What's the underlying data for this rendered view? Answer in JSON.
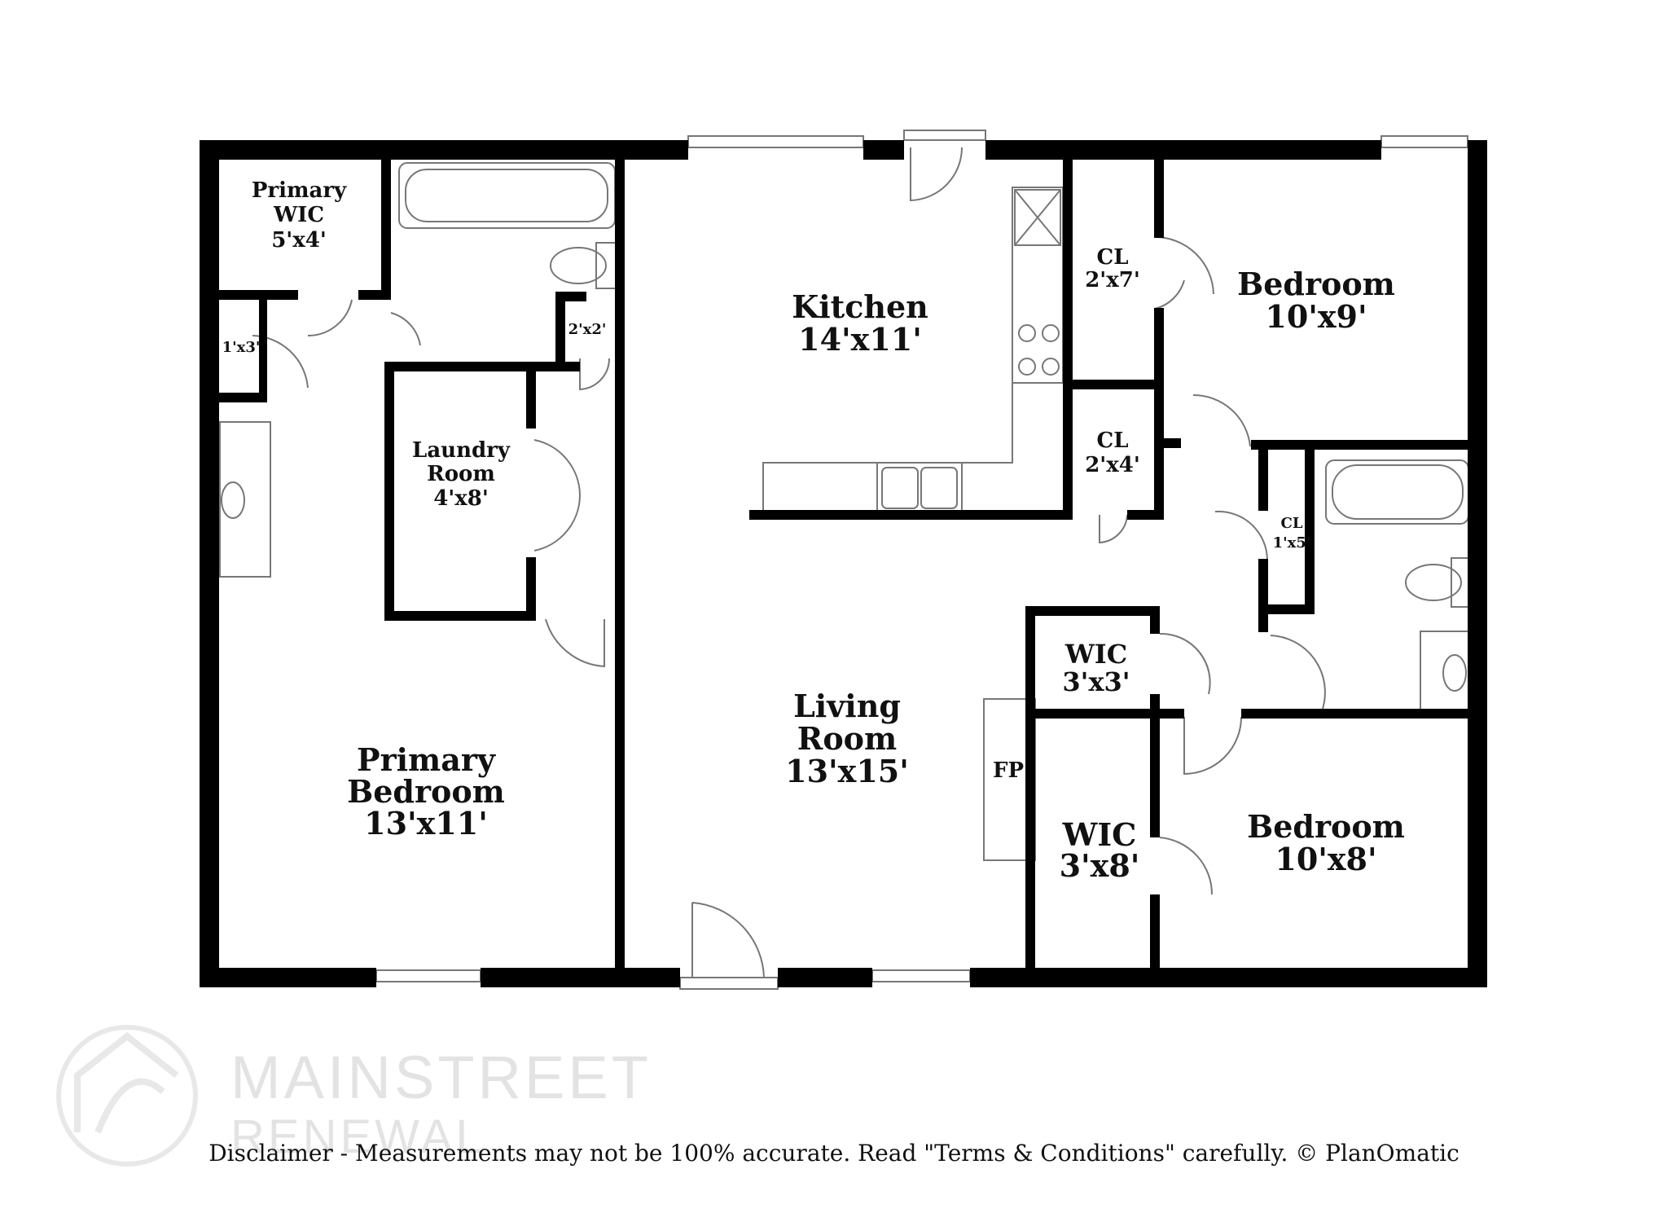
{
  "rooms": {
    "primary_wic": {
      "name_l1": "Primary",
      "name_l2": "WIC",
      "size": "5'x4'"
    },
    "closet_1x3": {
      "size": "1'x3'"
    },
    "closet_2x2": {
      "size": "2'x2'"
    },
    "laundry": {
      "name_l1": "Laundry",
      "name_l2": "Room",
      "size": "4'x8'"
    },
    "primary_bedroom": {
      "name_l1": "Primary",
      "name_l2": "Bedroom",
      "size": "13'x11'"
    },
    "kitchen": {
      "name": "Kitchen",
      "size": "14'x11'"
    },
    "living_room": {
      "name_l1": "Living",
      "name_l2": "Room",
      "size": "13'x15'"
    },
    "fireplace": {
      "label": "FP"
    },
    "cl_2x7": {
      "name": "CL",
      "size": "2'x7'"
    },
    "cl_2x4": {
      "name": "CL",
      "size": "2'x4'"
    },
    "cl_1x5": {
      "name": "CL",
      "size": "1'x5'"
    },
    "bedroom_1": {
      "name": "Bedroom",
      "size": "10'x9'"
    },
    "bedroom_2": {
      "name": "Bedroom",
      "size": "10'x8'"
    },
    "wic_3x3": {
      "name": "WIC",
      "size": "3'x3'"
    },
    "wic_3x8": {
      "name": "WIC",
      "size": "3'x8'"
    }
  },
  "watermark": {
    "line1": "MAINSTREET",
    "line2": "RENEWAL"
  },
  "disclaimer": "Disclaimer - Measurements may not be 100% accurate. Read \"Terms & Conditions\" carefully. © PlanOmatic",
  "colors": {
    "wall": "#000000",
    "fixture_stroke": "#777777",
    "watermark": "#e3e3e3"
  }
}
